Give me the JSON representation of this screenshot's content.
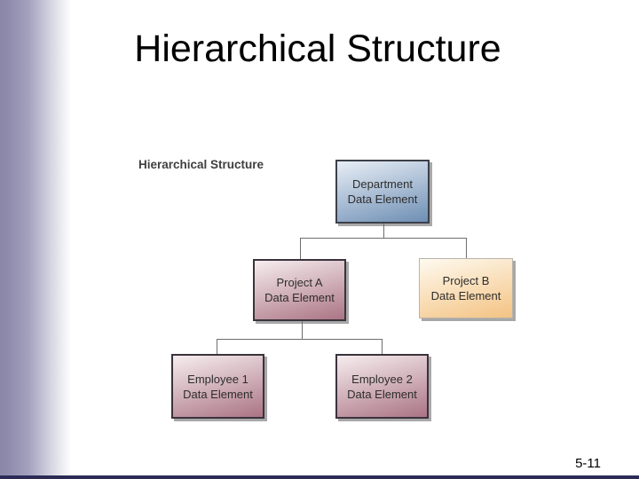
{
  "slide": {
    "title": "Hierarchical Structure",
    "page_number": "5-11"
  },
  "diagram": {
    "label": "Hierarchical Structure",
    "line_color": "#6e6e6e",
    "shadow_color": "#a8a8a8",
    "nodes": [
      {
        "id": "department",
        "line1": "Department",
        "line2": "Data Element",
        "color_top": "#e8eef6",
        "color_bottom": "#6e8fb4",
        "border_color": "#3c4049"
      },
      {
        "id": "project-a",
        "line1": "Project A",
        "line2": "Data Element",
        "color_top": "#f6edef",
        "color_bottom": "#ab7485",
        "border_color": "#3a333c"
      },
      {
        "id": "project-b",
        "line1": "Project B",
        "line2": "Data Element",
        "color_top": "#fefaf0",
        "color_bottom": "#f4c383",
        "border_color": "#bab4a9"
      },
      {
        "id": "employee-1",
        "line1": "Employee 1",
        "line2": "Data Element",
        "color_top": "#f6edef",
        "color_bottom": "#ab7485",
        "border_color": "#3a333c"
      },
      {
        "id": "employee-2",
        "line1": "Employee 2",
        "line2": "Data Element",
        "color_top": "#f6edef",
        "color_bottom": "#ab7485",
        "border_color": "#3a333c"
      }
    ]
  }
}
